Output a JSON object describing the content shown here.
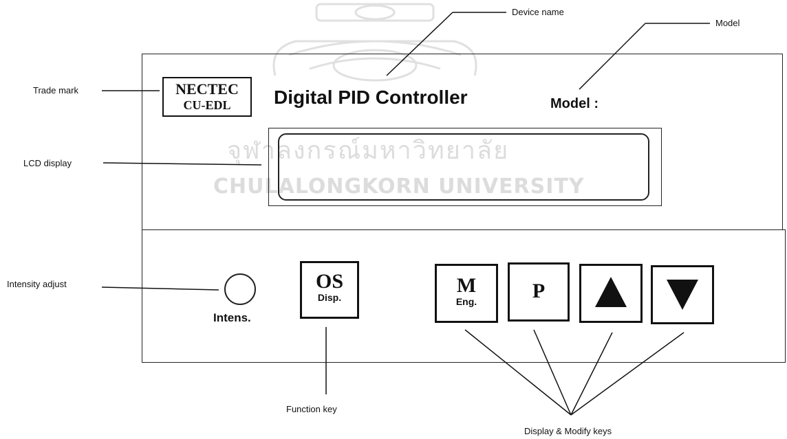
{
  "watermark": {
    "thai": "จุฬาลงกรณ์มหาวิทยาลัย",
    "english": "CHULALONGKORN UNIVERSITY"
  },
  "panel": {
    "trademark": {
      "line1": "NECTEC",
      "line2": "CU-EDL"
    },
    "device_name": "Digital PID Controller",
    "model_label": "Model :",
    "intensity_label": "Intens."
  },
  "keys": {
    "function": {
      "main": "OS",
      "sub": "Disp."
    },
    "mode": {
      "main": "M",
      "sub": "Eng."
    },
    "param": {
      "main": "P"
    },
    "up_icon": "up-triangle",
    "down_icon": "down-triangle"
  },
  "callouts": {
    "device_name": "Device name",
    "model": "Model",
    "trade_mark": "Trade mark",
    "lcd_display": "LCD display",
    "intensity_adjust": "Intensity adjust",
    "function_key": "Function key",
    "display_modify_keys": "Display & Modify keys"
  }
}
